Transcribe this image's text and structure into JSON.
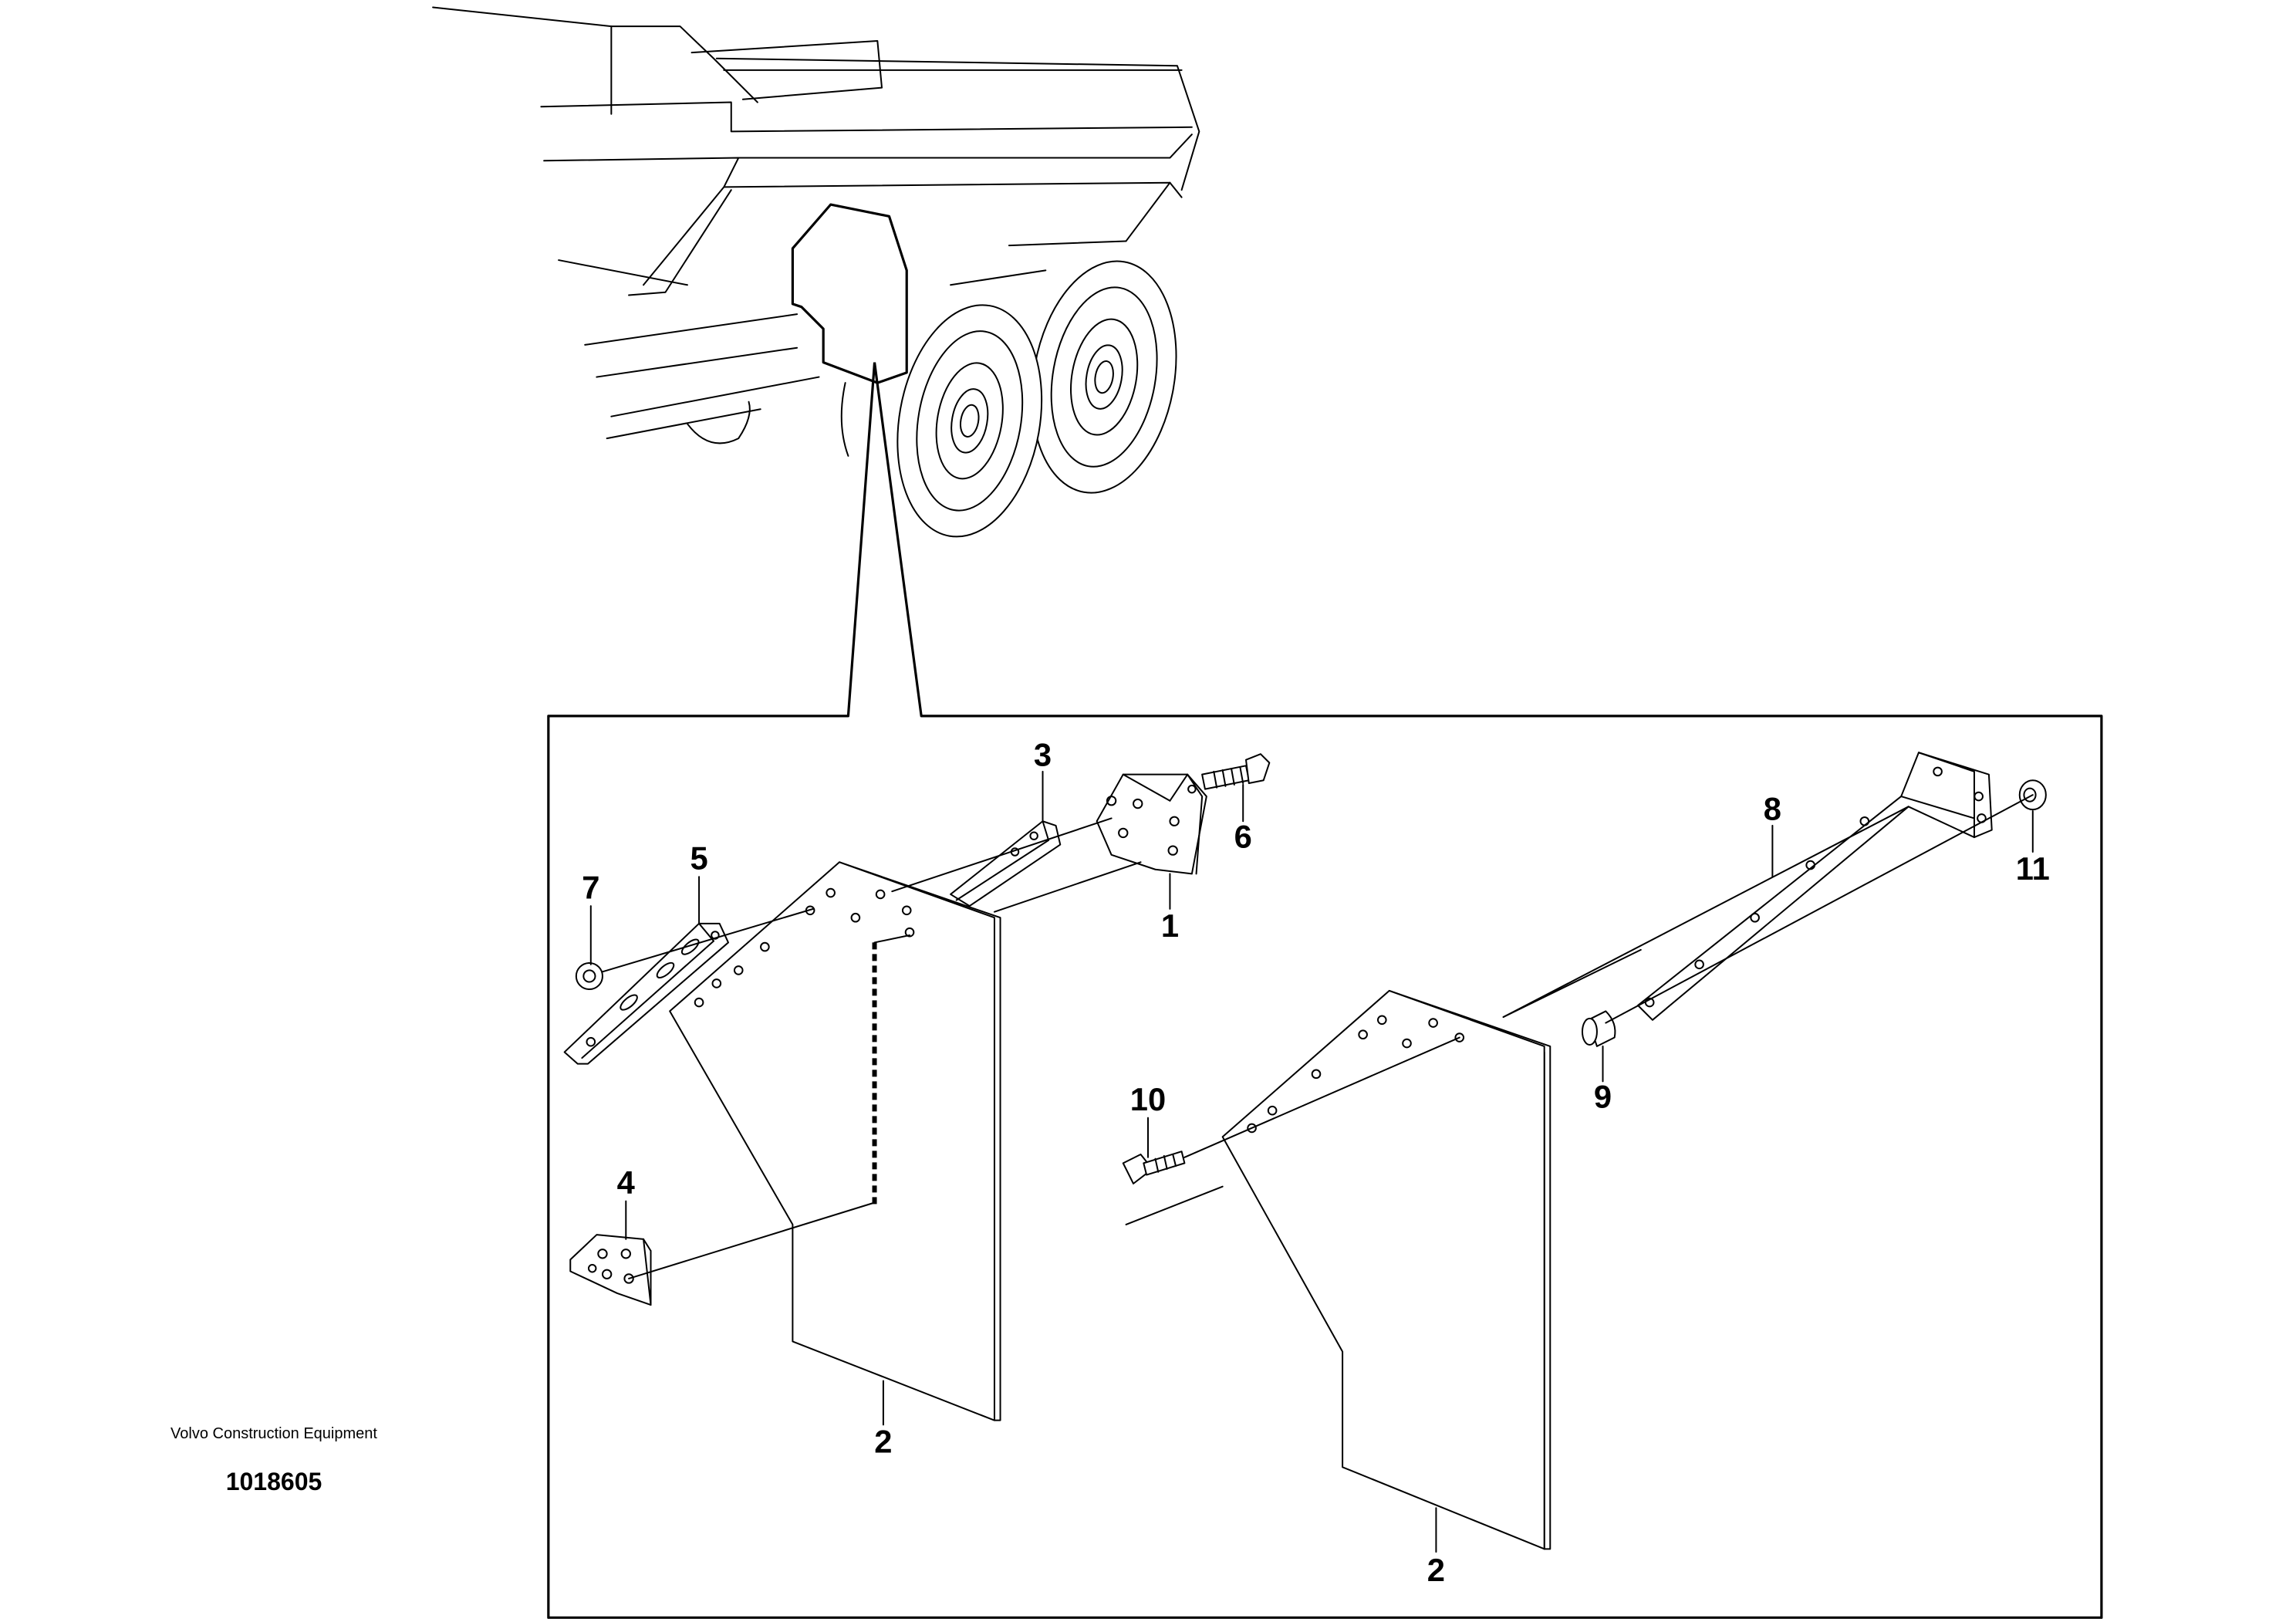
{
  "caption": {
    "company": "Volvo Construction Equipment",
    "drawing_number": "1018605"
  },
  "callouts": {
    "c1": "1",
    "c2a": "2",
    "c2b": "2",
    "c3": "3",
    "c4": "4",
    "c5": "5",
    "c6": "6",
    "c7": "7",
    "c8": "8",
    "c9": "9",
    "c10": "10",
    "c11": "11"
  }
}
